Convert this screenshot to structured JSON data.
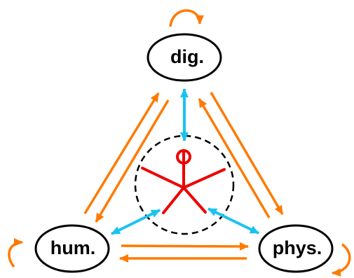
{
  "nodes": {
    "digital": {
      "label": "dig."
    },
    "human": {
      "label": "hum."
    },
    "physical": {
      "label": "phys."
    }
  },
  "center": {
    "figure": "stick-figure-person-icon",
    "boundary": "dashed-circle"
  },
  "colors": {
    "background": "#ffffff",
    "node_stroke": "#000000",
    "inter_node_arrows": "#ff7a00",
    "center_arrows": "#19c3f0",
    "figure": "#ee0000",
    "boundary": "#000000"
  }
}
